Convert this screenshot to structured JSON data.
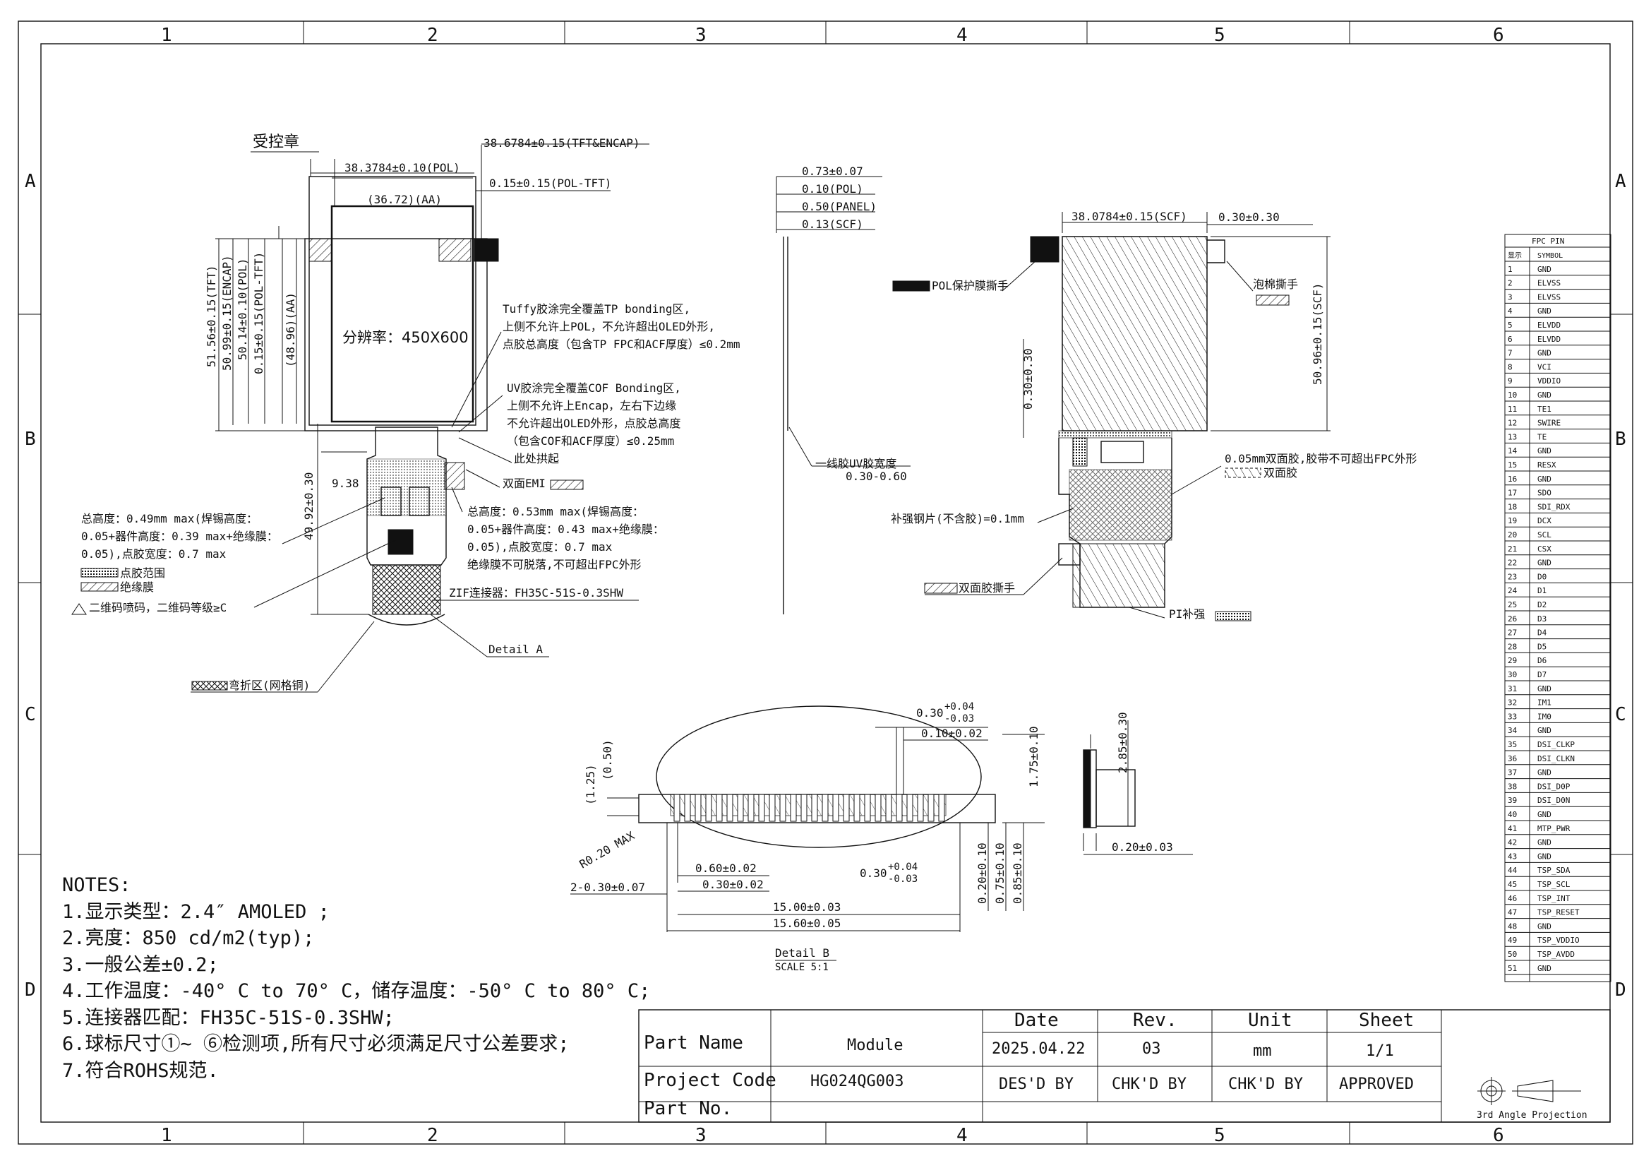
{
  "zones": {
    "columns": [
      "1",
      "2",
      "3",
      "4",
      "5",
      "6"
    ],
    "rows": [
      "A",
      "B",
      "C",
      "D"
    ]
  },
  "front_view": {
    "stamp": "受控章",
    "resolution": "分辨率：450X600",
    "dims": {
      "tft_encap_width": "38.6784±0.15(TFT&ENCAP)",
      "pol_width": "38.3784±0.10(POL)",
      "aa_width": "(36.72)(AA)",
      "pol_tft_offset": "0.15±0.15(POL-TFT)",
      "tft_height": "51.56±0.15(TFT)",
      "encap_height": "50.99±0.15(ENCAP)",
      "pol_height": "50.14±0.10(POL)",
      "pol_tft_v": "0.15±0.15(POL-TFT)",
      "aa_height": "(48.96)(AA)",
      "fpc_length": "49.92±0.30",
      "fpc_offset": "9.38"
    },
    "callouts": {
      "tuffy": [
        "Tuffy胶涂完全覆盖TP bonding区,",
        "上侧不允许上POL，不允许超出OLED外形,",
        "点胶总高度（包含TP FPC和ACF厚度）≤0.2mm"
      ],
      "uv": [
        "UV胶涂完全覆盖COF Bonding区,",
        "上侧不允许上Encap，左右下边缘",
        "不允许超出OLED外形，点胶总高度",
        "（包含COF和ACF厚度）≤0.25mm"
      ],
      "arch": "此处拱起",
      "emi": "双面EMI",
      "left_height": [
        "总高度：0.49mm max(焊锡高度：",
        "0.05+器件高度：0.39 max+绝缘膜：",
        "0.05),点胶宽度：0.7 max"
      ],
      "right_height": [
        "总高度：0.53mm max(焊锡高度：",
        "0.05+器件高度：0.43 max+绝缘膜：",
        "0.05),点胶宽度：0.7 max",
        "绝缘膜不可脱落,不可超出FPC外形"
      ],
      "legend_dispense": "点胶范围",
      "legend_insulation": "绝缘膜",
      "qr_note": "二维码喷码，二维码等级≥C",
      "zif": "ZIF连接器：FH35C-51S-0.3SHW",
      "detail_a": "Detail A",
      "bend_zone": "弯折区(网格铜)"
    }
  },
  "side_view": {
    "dims": [
      "0.73±0.07",
      "0.10(POL)",
      "0.50(PANEL)",
      "0.13(SCF)"
    ],
    "uv_label": "一线胶UV胶宽度",
    "uv_value": "0.30-0.60"
  },
  "back_view": {
    "dims": {
      "scf_width": "38.0784±0.15(SCF)",
      "scf_offset": "0.30±0.30",
      "scf_height": "50.96±0.15(SCF)",
      "left_offset": "0.30±0.30"
    },
    "callouts": {
      "pol_film": "POL保护膜撕手",
      "foam": "泡棉撕手",
      "tape": "0.05mm双面胶,胶带不可超出FPC外形",
      "tape_legend": "双面胶",
      "stiffener": "补强钢片(不含胶)=0.1mm",
      "tape_tab": "双面胶撕手",
      "pi": "PI补强"
    }
  },
  "detail_b": {
    "dims": {
      "top_a": "0.30",
      "top_a_tol_plus": "+0.04",
      "top_a_tol_minus": "-0.03",
      "top_b": "0.10±0.02",
      "h1": "1.75±0.10",
      "left_a": "(1.25)",
      "left_b": "(0.50)",
      "radius": "R0.20 MAX",
      "pitch_note": "2-0.30±0.07",
      "p1": "0.60±0.02",
      "p2": "0.30±0.02",
      "mid": "0.30",
      "mid_tol_plus": "+0.04",
      "mid_tol_minus": "-0.03",
      "w1": "15.00±0.03",
      "w2": "15.60±0.05",
      "v1": "0.20±0.10",
      "v2": "0.75±0.10",
      "v3": "0.85±0.10",
      "side_h": "2.85±0.30",
      "side_w": "0.20±0.03"
    },
    "title": "Detail B",
    "scale": "SCALE 5:1"
  },
  "notes": [
    "NOTES:",
    "1.显示类型：2.4″ AMOLED ;",
    "2.亮度：850 cd/m2(typ);",
    "3.一般公差±0.2;",
    "4.工作温度：-40° C to 70° C，储存温度：-50° C to 80° C;",
    "5.连接器匹配：FH35C-51S-0.3SHW;",
    "6.球标尺寸①~ ⑥检测项,所有尺寸必须满足尺寸公差要求;",
    "7.符合ROHS规范."
  ],
  "pin_table": {
    "title": "FPC  PIN",
    "head_no": "显示",
    "head_symbol": "SYMBOL",
    "pins": [
      {
        "no": "1",
        "sym": "GND"
      },
      {
        "no": "2",
        "sym": "ELVSS"
      },
      {
        "no": "3",
        "sym": "ELVSS"
      },
      {
        "no": "4",
        "sym": "GND"
      },
      {
        "no": "5",
        "sym": "ELVDD"
      },
      {
        "no": "6",
        "sym": "ELVDD"
      },
      {
        "no": "7",
        "sym": "GND"
      },
      {
        "no": "8",
        "sym": "VCI"
      },
      {
        "no": "9",
        "sym": "VDDIO"
      },
      {
        "no": "10",
        "sym": "GND"
      },
      {
        "no": "11",
        "sym": "TE1"
      },
      {
        "no": "12",
        "sym": "SWIRE"
      },
      {
        "no": "13",
        "sym": "TE"
      },
      {
        "no": "14",
        "sym": "GND"
      },
      {
        "no": "15",
        "sym": "RESX"
      },
      {
        "no": "16",
        "sym": "GND"
      },
      {
        "no": "17",
        "sym": "SDO"
      },
      {
        "no": "18",
        "sym": "SDI_RDX"
      },
      {
        "no": "19",
        "sym": "DCX"
      },
      {
        "no": "20",
        "sym": "SCL"
      },
      {
        "no": "21",
        "sym": "CSX"
      },
      {
        "no": "22",
        "sym": "GND"
      },
      {
        "no": "23",
        "sym": "D0"
      },
      {
        "no": "24",
        "sym": "D1"
      },
      {
        "no": "25",
        "sym": "D2"
      },
      {
        "no": "26",
        "sym": "D3"
      },
      {
        "no": "27",
        "sym": "D4"
      },
      {
        "no": "28",
        "sym": "D5"
      },
      {
        "no": "29",
        "sym": "D6"
      },
      {
        "no": "30",
        "sym": "D7"
      },
      {
        "no": "31",
        "sym": "GND"
      },
      {
        "no": "32",
        "sym": "IM1"
      },
      {
        "no": "33",
        "sym": "IM0"
      },
      {
        "no": "34",
        "sym": "GND"
      },
      {
        "no": "35",
        "sym": "DSI_CLKP"
      },
      {
        "no": "36",
        "sym": "DSI_CLKN"
      },
      {
        "no": "37",
        "sym": "GND"
      },
      {
        "no": "38",
        "sym": "DSI_D0P"
      },
      {
        "no": "39",
        "sym": "DSI_D0N"
      },
      {
        "no": "40",
        "sym": "GND"
      },
      {
        "no": "41",
        "sym": "MTP_PWR"
      },
      {
        "no": "42",
        "sym": "GND"
      },
      {
        "no": "43",
        "sym": "GND"
      },
      {
        "no": "44",
        "sym": "TSP_SDA"
      },
      {
        "no": "45",
        "sym": "TSP_SCL"
      },
      {
        "no": "46",
        "sym": "TSP_INT"
      },
      {
        "no": "47",
        "sym": "TSP_RESET"
      },
      {
        "no": "48",
        "sym": "GND"
      },
      {
        "no": "49",
        "sym": "TSP_VDDIO"
      },
      {
        "no": "50",
        "sym": "TSP_AVDD"
      },
      {
        "no": "51",
        "sym": "GND"
      }
    ]
  },
  "title_block": {
    "part_name_label": "Part Name",
    "part_name": "Module",
    "project_code_label": "Project Code",
    "project_code": "HG024QG003",
    "part_no_label": "Part No.",
    "date_label": "Date",
    "date": "2025.04.22",
    "rev_label": "Rev.",
    "rev": "03",
    "unit_label": "Unit",
    "unit": "mm",
    "sheet_label": "Sheet",
    "sheet": "1/1",
    "desd": "DES'D BY",
    "chkd1": "CHK'D BY",
    "chkd2": "CHK'D BY",
    "approved": "APPROVED",
    "projection": "3rd Angle Projection"
  }
}
